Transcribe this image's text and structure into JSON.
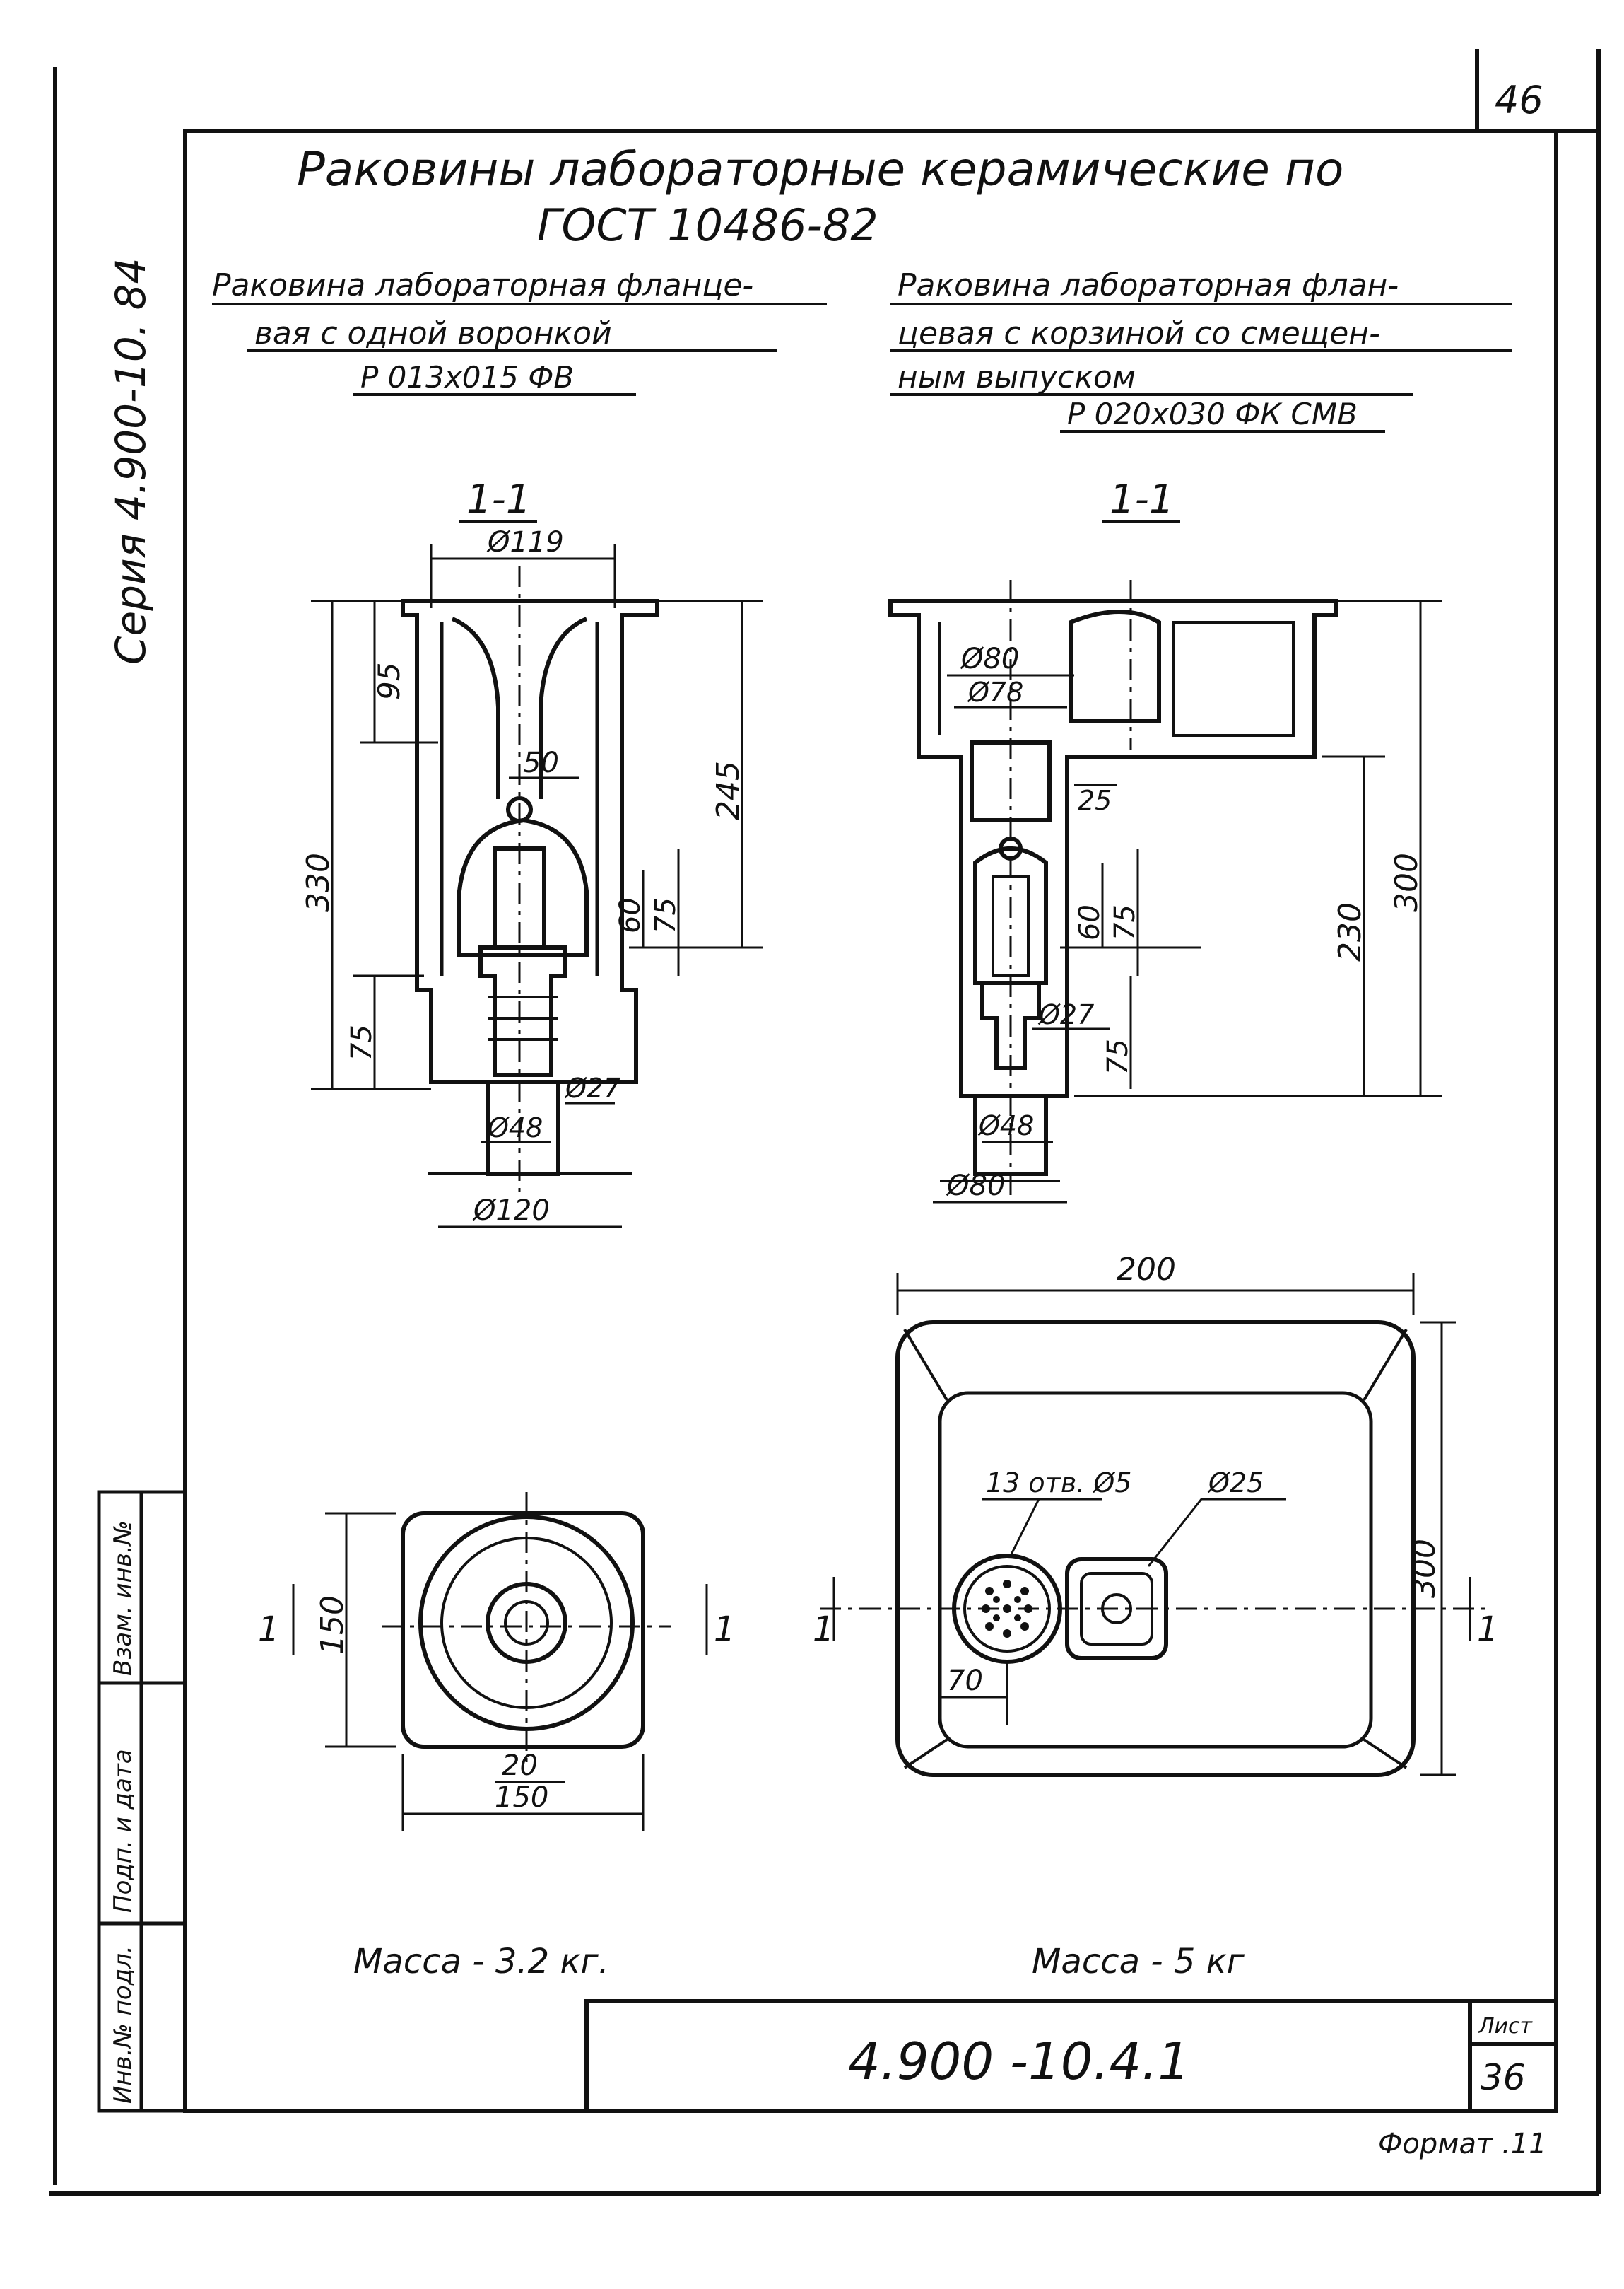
{
  "sheet": {
    "page_corner": "46",
    "series_vertical": "Серия 4.900-10. 84",
    "title_line1": "Раковины лабораторные керамические по",
    "title_line2": "ГОСТ 10486-82",
    "format": "Формат .11"
  },
  "left_item": {
    "name_line1": "Раковина лабораторная фланце-",
    "name_line2": "вая с одной воронкой",
    "code": "Р 013х015 ФВ",
    "section_label": "1-1",
    "dims": {
      "d119": "Ø119",
      "d95": "95",
      "d50": "50",
      "d330": "330",
      "d245": "245",
      "d60": "60",
      "d75a": "75",
      "d75b": "75",
      "d27": "Ø27",
      "d48": "Ø48",
      "d120": "Ø120",
      "d150v": "150",
      "d20": "20",
      "d150h": "150"
    },
    "cut_mark": "1",
    "mass": "Масса - 3.2 кг."
  },
  "right_item": {
    "name_line1": "Раковина лабораторная флан-",
    "name_line2": "цевая с корзиной со смещен-",
    "name_line3": "ным выпуском",
    "code": "Р 020х030 ФК СМВ",
    "section_label": "1-1",
    "dims": {
      "d80top": "Ø80",
      "d78": "Ø78",
      "d25a": "25",
      "d60": "60",
      "d75a": "75",
      "d230": "230",
      "d300v": "300",
      "d27": "Ø27",
      "d75b": "75",
      "d48": "Ø48",
      "d80": "Ø80",
      "d200": "200",
      "holes": "13 отв. Ø5",
      "d25b": "Ø25",
      "d300": "300",
      "d70": "70"
    },
    "cut_mark": "1",
    "mass": "Масса - 5 кг"
  },
  "title_block": {
    "doc_number": "4.900 -10.4.1",
    "sheet_label": "Лист",
    "sheet_number": "36"
  },
  "margin_stamps": {
    "inv_podl": "Инв.№ подл.",
    "podp_data": "Подп. и дата",
    "vzam_inv": "Взам. инв.№"
  }
}
